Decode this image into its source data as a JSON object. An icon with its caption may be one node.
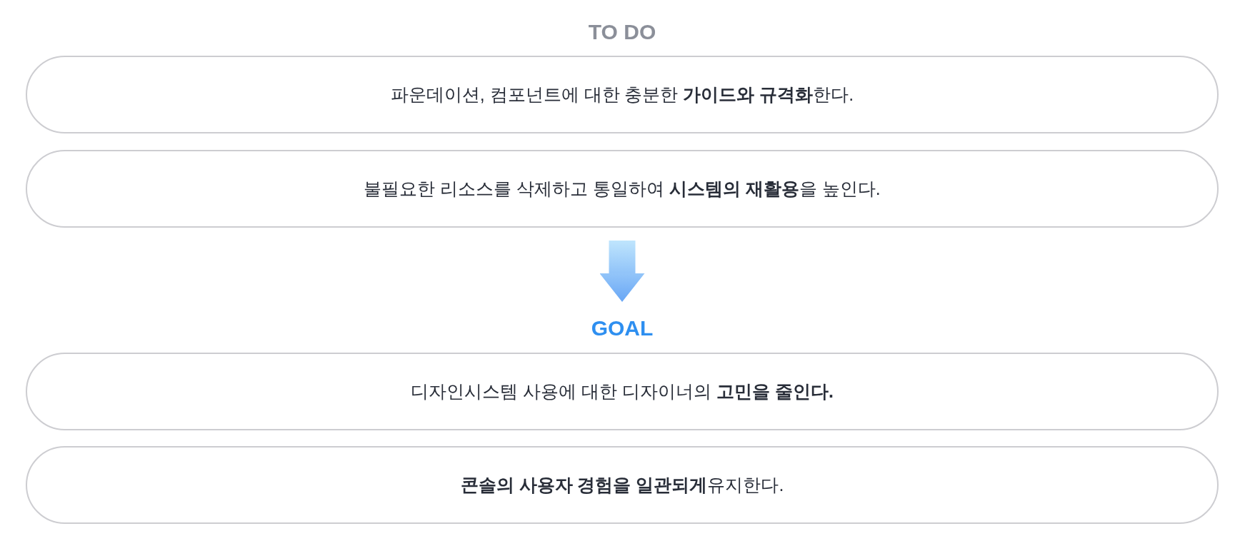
{
  "diagram": {
    "nodes": [
      {
        "text": [
          "파운데이션, 컴포넌트에 대한 충분한 **가이드와 규격화**한다."
        ]
      },
      {
        "text": [
          "불필요한 리소스를 삭제하고 통일하여 **시스템의 재활용**을 높인다."
        ]
      },
      {
        "text": [
          "GOAL"
        ]
      },
      {
        "text": [
          "디자인시스템 사용에 대한 디자이너의 **고민을 줄인다.**"
        ]
      },
      {
        "text": [
          "**콘솔의 사용자 경험을 일관되게**유지한다."
        ]
      }
    ],
    "edges": [
      {
        "from": 1,
        "to": 2,
        "arrow": "to",
        "style": "thick"
      }
    ],
    "labels": [
      "TO DO"
    ]
  }
}
